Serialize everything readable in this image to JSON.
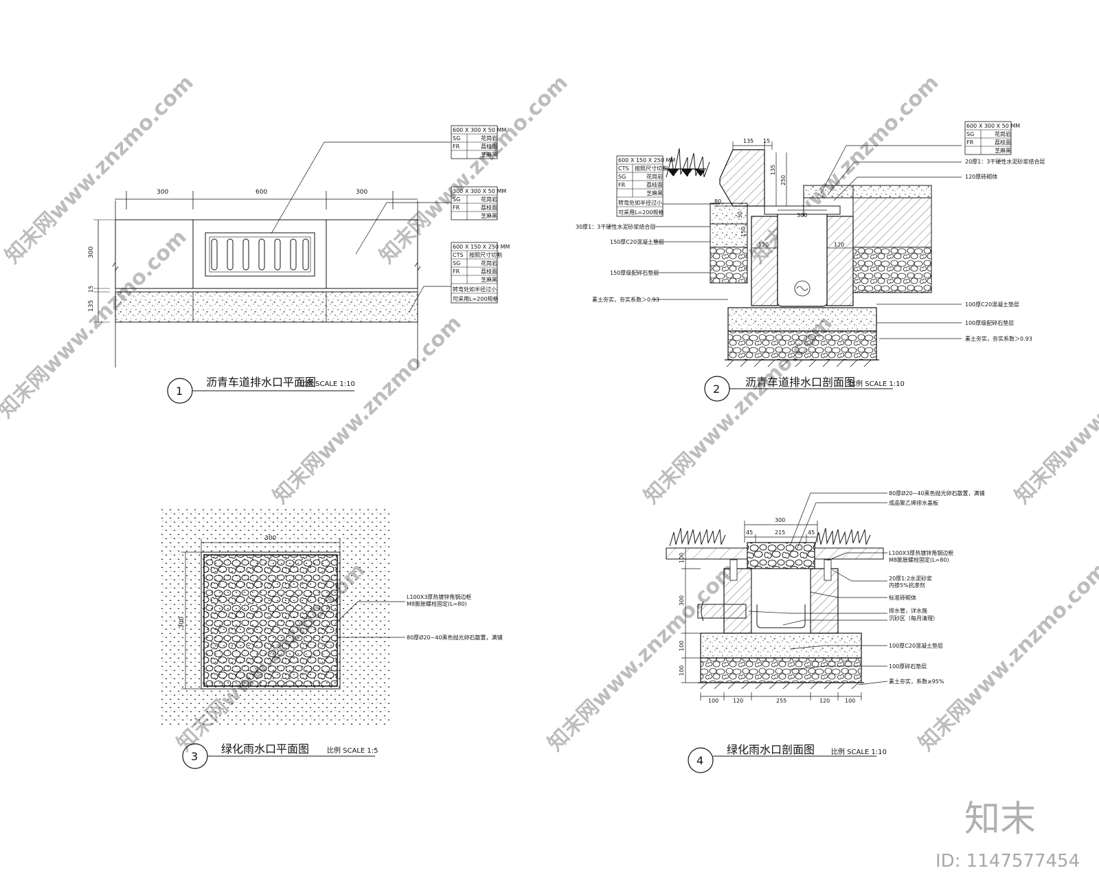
{
  "watermark": {
    "text": "知末网www.znzmo.com",
    "brand": "知末",
    "id": "ID: 1147577454"
  },
  "drawings": [
    {
      "number": "1",
      "title": "沥青车道排水口平面图",
      "scale": "比例  SCALE 1:10"
    },
    {
      "number": "2",
      "title": "沥青车道排水口剖面图",
      "scale": "比例  SCALE 1:10"
    },
    {
      "number": "3",
      "title": "绿化雨水口平面图",
      "scale": "比例  SCALE 1:5"
    },
    {
      "number": "4",
      "title": "绿化雨水口剖面图",
      "scale": "比例  SCALE 1:10"
    }
  ],
  "d1": {
    "dims": {
      "w1": "300",
      "w2": "600",
      "w3": "300",
      "h1": "300",
      "h2": "15",
      "h3": "135"
    },
    "tableA": [
      "600 X 300 X 50 MM",
      "SG",
      "花岗岩",
      "FR",
      "荔枝面",
      "芝麻黑"
    ],
    "tableB": [
      "300 X 300 X 50 MM",
      "SG",
      "花岗岩",
      "FR",
      "荔枝面",
      "芝麻黑"
    ],
    "tableC": [
      "600 X 150 X 250 MM",
      "CTS",
      "按照尺寸切割",
      "SG",
      "花岗岩",
      "FR",
      "荔枝面",
      "芝麻黑",
      "转弯处如半径过小",
      "可采用L=200规格"
    ]
  },
  "d2": {
    "dims": {
      "d135": "135",
      "d15": "15",
      "d80": "80",
      "d30": "30",
      "d150": "150",
      "d120a": "120",
      "d300": "300",
      "d120b": "120",
      "d250": "250",
      "dv135": "135"
    },
    "tableL": [
      "600 X 150 X 250 MM",
      "CTS",
      "按照尺寸切割",
      "SG",
      "花岗岩",
      "FR",
      "荔枝面",
      "芝麻黑",
      "转弯处如半径过小",
      "可采用L=200规格"
    ],
    "tableR": [
      "600 X 300 X 50 MM",
      "SG",
      "花岗岩",
      "FR",
      "荔枝面",
      "芝麻黑"
    ],
    "left_labels": [
      "30厚1：3干硬性水泥砂浆结合层",
      "150厚C20混凝土垫层",
      "150厚级配碎石垫层",
      "素土夯实，夯实系数＞0.93"
    ],
    "right_labels": [
      "20厚1：3干硬性水泥砂浆结合层",
      "120厚砖砌体",
      "100厚C20混凝土垫层",
      "100厚级配碎石垫层",
      "素土夯实，夯实系数＞0.93"
    ]
  },
  "d3": {
    "dims": {
      "top": "300",
      "side": "300"
    },
    "labels": [
      "L100X3厚热镀锌角钢边框",
      "M8膨胀螺栓固定(L=80)",
      "80厚Ø20~40黑色抛光卵石散置，满铺"
    ]
  },
  "d4": {
    "dims": {
      "top": "300",
      "t45a": "45",
      "t215": "215",
      "t45b": "45",
      "v100a": "100",
      "v300": "300",
      "v100b": "100",
      "v100c": "100",
      "b100a": "100",
      "b120a": "120",
      "b255": "255",
      "b120b": "120",
      "b100b": "100"
    },
    "labels": [
      "80厚Ø20~40黑色抛光卵石散置，满铺",
      "成品聚乙烯排水盖板",
      "L100X3厚热镀锌角钢边框",
      "M8膨胀螺栓固定(L=80)",
      "20厚1:2水泥砂浆",
      "内掺5%抗渗剂",
      "标准砖砌体",
      "排水管，详水施",
      "沉砂区（每月清理）",
      "100厚C20混凝土垫层",
      "100厚碎石垫层",
      "素土夯实，系数≥95%"
    ]
  }
}
